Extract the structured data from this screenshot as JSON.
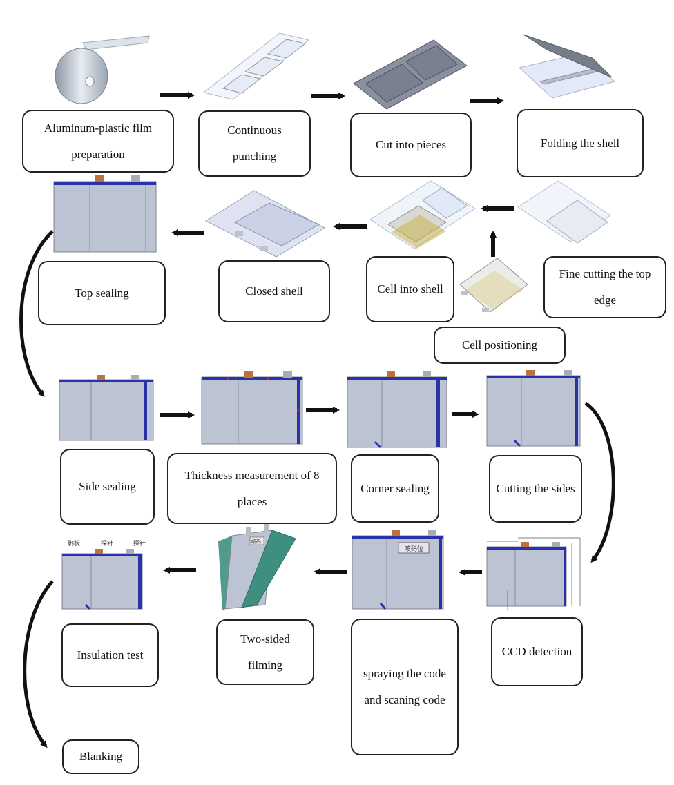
{
  "steps": {
    "film_prep": "Aluminum-plastic film preparation",
    "continuous_punching": "Continuous punching",
    "cut_pieces": "Cut into pieces",
    "folding_shell": "Folding the shell",
    "top_sealing": "Top sealing",
    "closed_shell": "Closed shell",
    "cell_into_shell": "Cell into shell",
    "fine_cutting": "Fine cutting the top edge",
    "cell_positioning": "Cell positioning",
    "side_sealing": "Side sealing",
    "thickness": "Thickness measurement of 8 places",
    "corner_sealing": "Corner sealing",
    "cutting_sides": "Cutting the sides",
    "insulation_test": "Insulation test",
    "two_sided_filming": "Two-sided filming",
    "spraying_code": "spraying the code and scaning code",
    "ccd_detection": "CCD detection",
    "blanking": "Blanking"
  },
  "image_labels": {
    "probe_label_1": "剥板",
    "probe_label_2": "探针",
    "probe_label_3": "探针",
    "code_plate": "喷码位",
    "film_tag": "喷码"
  },
  "colors": {
    "pouch_face": "#bcc3d2",
    "seal_edge": "#2a32a8",
    "tab_copper": "#c0703a",
    "tab_nickel": "#a8acb4",
    "arrow": "#111111",
    "film_green": "#3e8f80"
  }
}
